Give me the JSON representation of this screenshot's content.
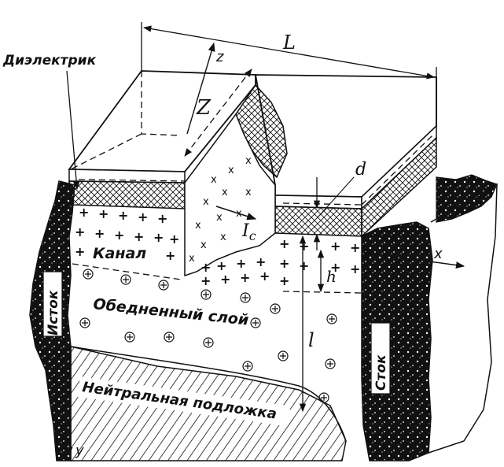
{
  "labels": {
    "dielectric": "Диэлектрик",
    "channel": "Канал",
    "depleted_layer": "Обедненный слой",
    "neutral_substrate": "Нейтральная подложка",
    "source": "Исток",
    "drain": "Сток",
    "length_L": "L",
    "width_Z": "Z",
    "axis_z": "z",
    "axis_x": "x",
    "axis_y": "y",
    "current_main": "I",
    "current_sub": "c",
    "thickness_d": "d",
    "channel_depth_h": "h",
    "depletion_depth_l": "l"
  },
  "colors": {
    "ink": "#111111",
    "paper": "#ffffff"
  }
}
